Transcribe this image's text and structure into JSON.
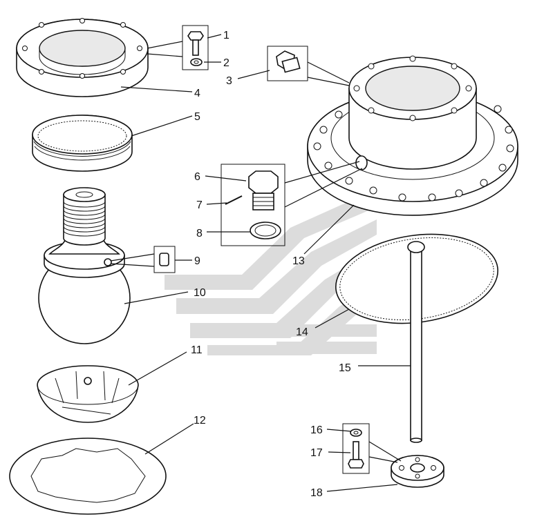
{
  "callouts": [
    {
      "id": "1",
      "text": "1"
    },
    {
      "id": "2",
      "text": "2"
    },
    {
      "id": "3",
      "text": "3"
    },
    {
      "id": "4",
      "text": "4"
    },
    {
      "id": "5",
      "text": "5"
    },
    {
      "id": "6",
      "text": "6"
    },
    {
      "id": "7",
      "text": "7"
    },
    {
      "id": "8",
      "text": "8"
    },
    {
      "id": "9",
      "text": "9"
    },
    {
      "id": "10",
      "text": "10"
    },
    {
      "id": "11",
      "text": "11"
    },
    {
      "id": "12",
      "text": "12"
    },
    {
      "id": "13",
      "text": "13"
    },
    {
      "id": "14",
      "text": "14"
    },
    {
      "id": "15",
      "text": "15"
    },
    {
      "id": "16",
      "text": "16"
    },
    {
      "id": "17",
      "text": "17"
    },
    {
      "id": "18",
      "text": "18"
    }
  ],
  "colors": {
    "line": "#111111",
    "watermark": "#d9d9d9",
    "background": "#ffffff"
  }
}
